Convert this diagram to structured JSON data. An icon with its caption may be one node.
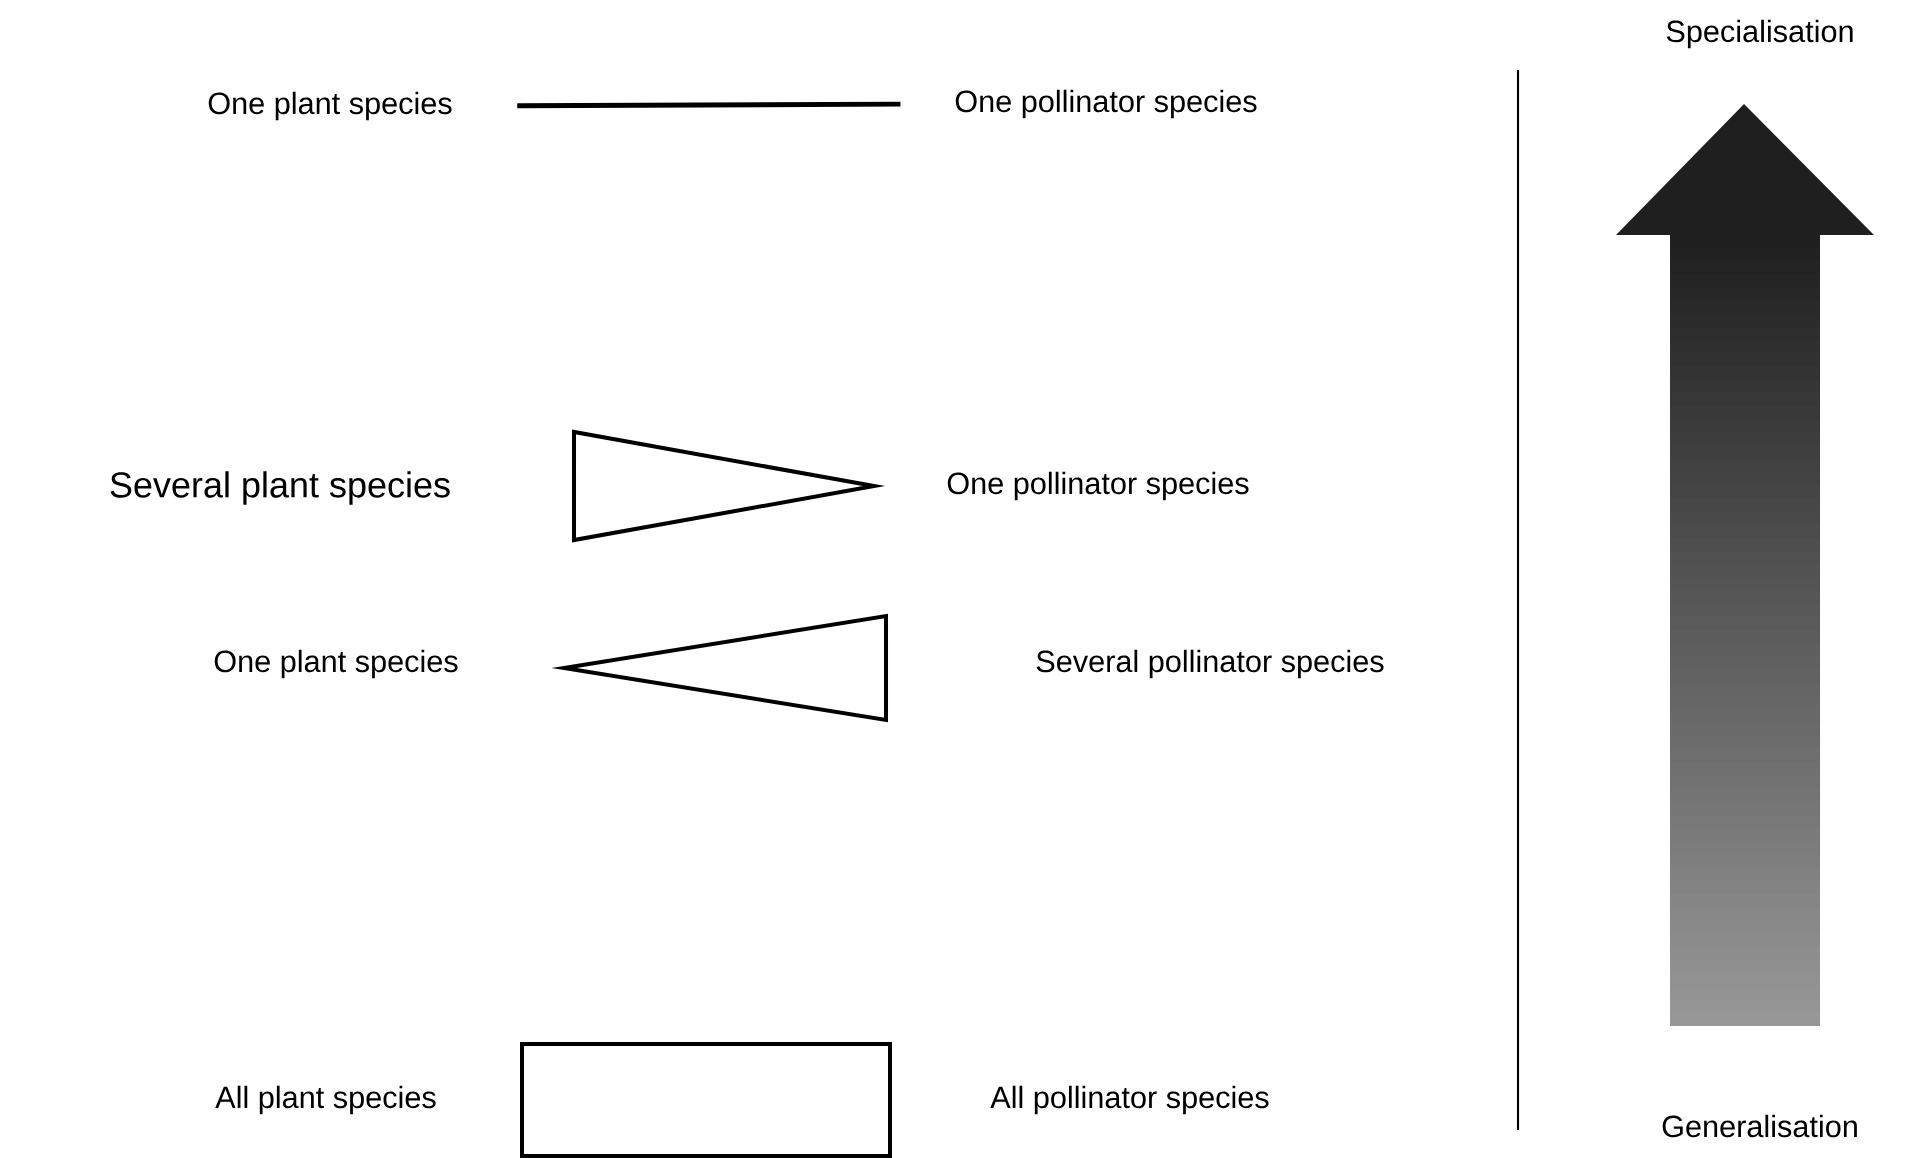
{
  "diagram": {
    "nodes": [
      {
        "text": [
          "One plant species"
        ]
      },
      {
        "text": [
          "One pollinator species"
        ]
      },
      {
        "text": [
          "Several plant species"
        ]
      },
      {
        "text": [],
        "shape": "triangle"
      },
      {
        "text": [
          "One pollinator species"
        ]
      },
      {
        "text": [
          "One plant species"
        ]
      },
      {
        "text": [],
        "shape": "triangle"
      },
      {
        "text": [
          "Several pollinator species"
        ]
      },
      {
        "text": [
          "All plant species"
        ]
      },
      {
        "text": [],
        "shape": "box"
      },
      {
        "text": [
          "All pollinator species"
        ]
      }
    ],
    "edges": [
      {
        "from": 0,
        "to": 1,
        "arrow": "none"
      }
    ],
    "labels": [
      "Specialisation",
      "Generalisation"
    ]
  }
}
